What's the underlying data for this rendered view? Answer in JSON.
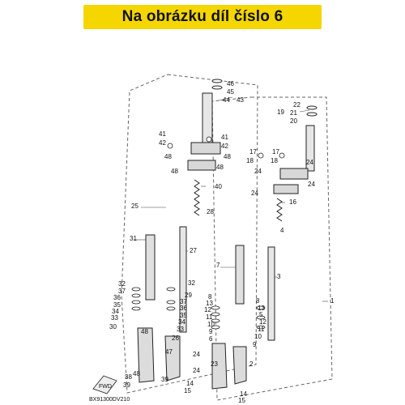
{
  "banner": {
    "text": "Na obrázku díl číslo 6",
    "color": "#f5d600"
  },
  "diagram": {
    "code": "BX91300DV210",
    "front_arrow": "FWD",
    "labels_left": [
      "46",
      "45",
      "43",
      "44",
      "41",
      "41",
      "42",
      "42",
      "48",
      "48",
      "48",
      "48",
      "40",
      "28",
      "25",
      "31",
      "27",
      "32",
      "32",
      "37",
      "29",
      "36",
      "37",
      "35",
      "36",
      "34",
      "35",
      "33",
      "34",
      "33",
      "30",
      "48",
      "26",
      "47",
      "48",
      "38",
      "39",
      "39"
    ],
    "labels_right": [
      "22",
      "21",
      "19",
      "20",
      "17",
      "17",
      "18",
      "18",
      "24",
      "24",
      "24",
      "24",
      "16",
      "4",
      "1",
      "7",
      "3",
      "8",
      "8",
      "13",
      "13",
      "12",
      "5",
      "11",
      "12",
      "10",
      "11",
      "9",
      "10",
      "6",
      "9",
      "24",
      "23",
      "2",
      "24",
      "14",
      "15",
      "14",
      "15"
    ]
  },
  "icons": [
    "fork-tube-icon",
    "spring-icon",
    "bracket-icon",
    "bolt-icon",
    "washer-icon",
    "fwd-arrow-icon"
  ]
}
